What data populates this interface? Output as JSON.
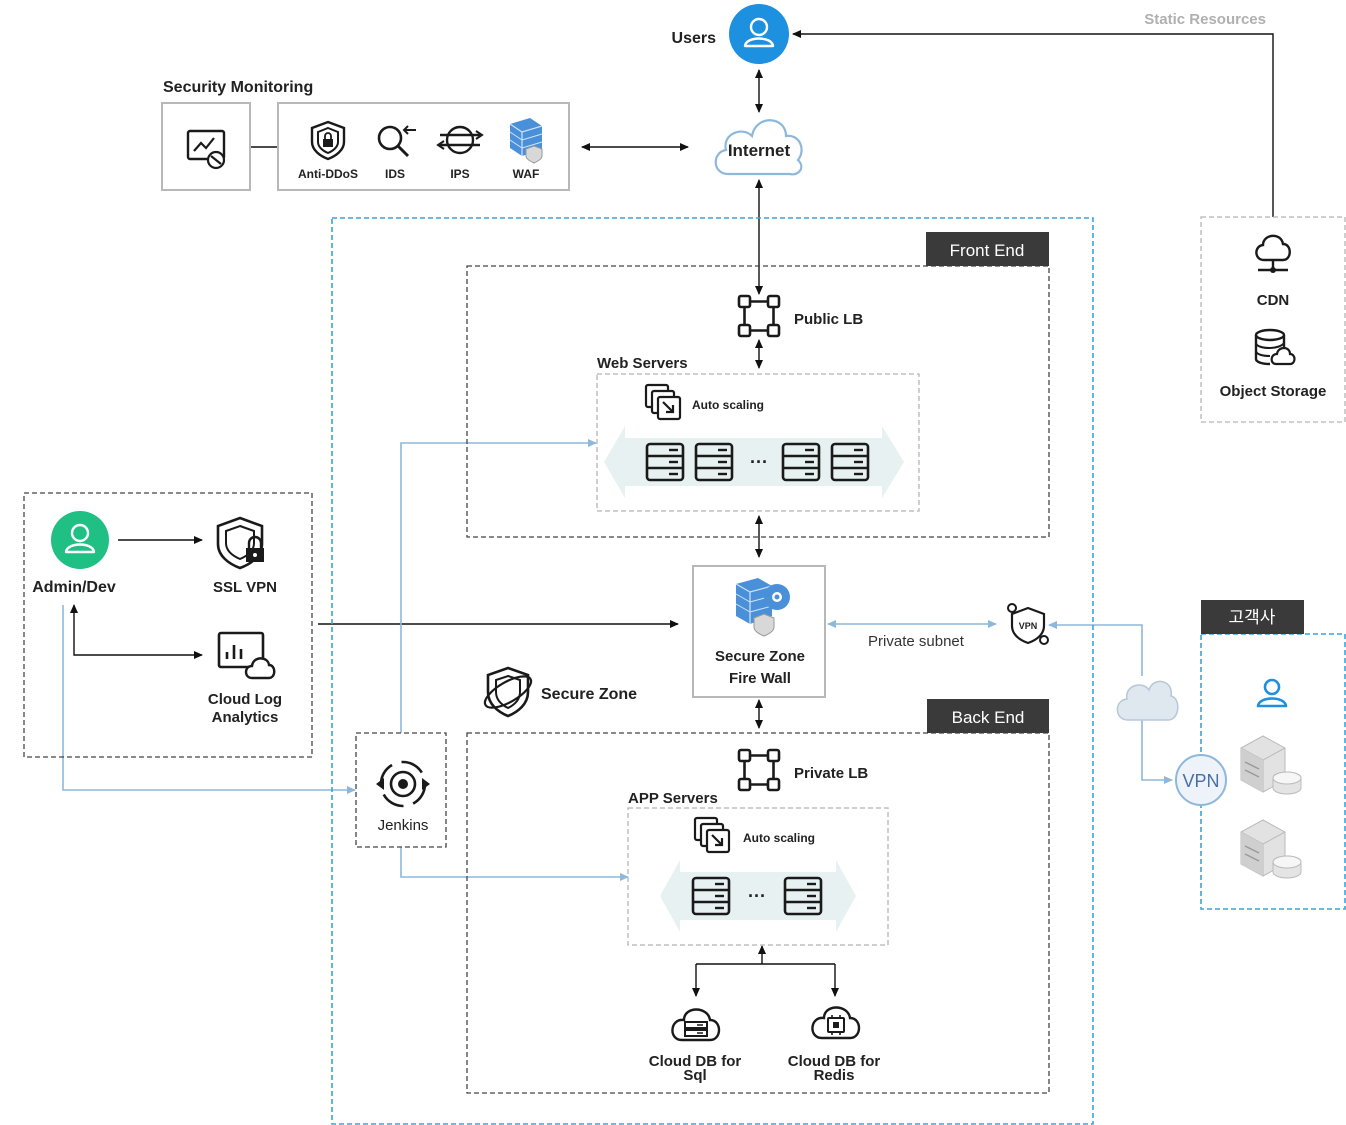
{
  "labels": {
    "users": "Users",
    "static_resources": "Static Resources",
    "security_monitoring": "Security Monitoring",
    "anti_ddos": "Anti-DDoS",
    "ids": "IDS",
    "ips": "IPS",
    "waf": "WAF",
    "internet": "Internet",
    "cdn": "CDN",
    "object_storage": "Object Storage",
    "front_end": "Front End",
    "public_lb": "Public LB",
    "web_servers": "Web Servers",
    "auto_scaling_web": "Auto scaling",
    "ellipsis_web": "···",
    "admin_dev": "Admin/Dev",
    "ssl_vpn": "SSL VPN",
    "cloud_log_1": "Cloud Log",
    "cloud_log_2": "Analytics",
    "secure_zone_fw_1": "Secure Zone",
    "secure_zone_fw_2": "Fire Wall",
    "private_subnet": "Private subnet",
    "vpn_small": "VPN",
    "customer": "고객사",
    "secure_zone": "Secure Zone",
    "back_end": "Back End",
    "jenkins": "Jenkins",
    "private_lb": "Private LB",
    "app_servers": "APP Servers",
    "auto_scaling_app": "Auto scaling",
    "ellipsis_app": "···",
    "vpn_circle": "VPN",
    "cloud_db_sql_1": "Cloud DB for",
    "cloud_db_sql_2": "Sql",
    "cloud_db_redis_1": "Cloud DB for",
    "cloud_db_redis_2": "Redis"
  },
  "colors": {
    "users_circle": "#1e90e0",
    "admin_circle": "#20c084",
    "zone_border": "#3ba3d8",
    "blue_lines": "#8db8dc",
    "tag_bg": "#3a3a3a"
  }
}
